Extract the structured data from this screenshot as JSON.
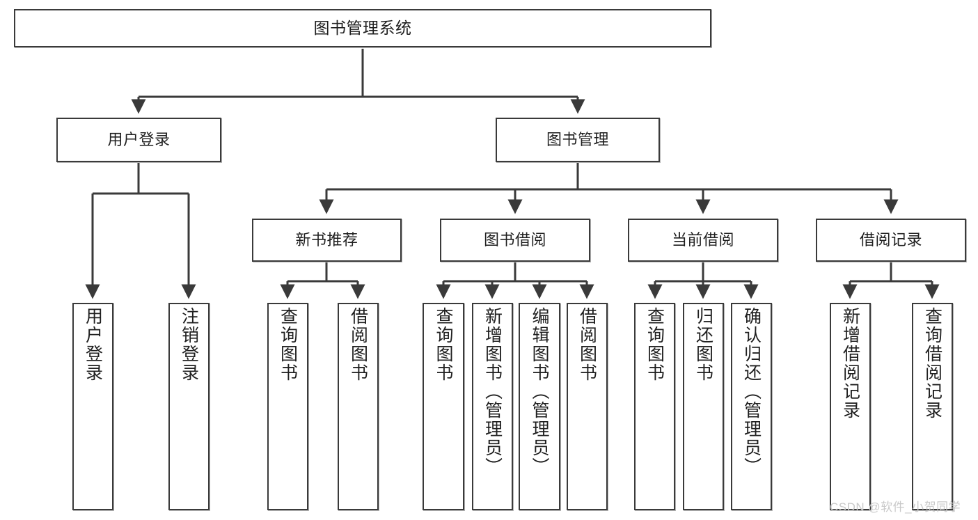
{
  "diagram": {
    "title": "图书管理系统",
    "type": "tree",
    "watermark": "CSDN @软件_小贺同学",
    "colors": {
      "box_border": "#3a3a3a",
      "box_fill": "#ffffff",
      "connector": "#3a3a3a",
      "background": "#ffffff",
      "watermark": "#c9c9c9"
    },
    "levels": {
      "root": "图书管理系统",
      "level2": [
        "用户登录",
        "图书管理"
      ],
      "level3": [
        "新书推荐",
        "图书借阅",
        "当前借阅",
        "借阅记录"
      ]
    },
    "nodes": {
      "root": {
        "label": "图书管理系统"
      },
      "user_login": {
        "label": "用户登录"
      },
      "book_manage": {
        "label": "图书管理"
      },
      "new_book_rec": {
        "label": "新书推荐"
      },
      "book_borrow": {
        "label": "图书借阅"
      },
      "current_borrow": {
        "label": "当前借阅"
      },
      "borrow_record": {
        "label": "借阅记录"
      },
      "leaf_user_login": {
        "label": "用户登录"
      },
      "leaf_user_logout": {
        "label": "注销登录"
      },
      "leaf_query_book_1": {
        "label": "查询图书"
      },
      "leaf_borrow_book_1": {
        "label": "借阅图书"
      },
      "leaf_query_book_2": {
        "label": "查询图书"
      },
      "leaf_add_book_admin": {
        "label": "新增图书（管理员）"
      },
      "leaf_edit_book_admin": {
        "label": "编辑图书（管理员）"
      },
      "leaf_borrow_book_2": {
        "label": "借阅图书"
      },
      "leaf_query_book_3": {
        "label": "查询图书"
      },
      "leaf_return_book": {
        "label": "归还图书"
      },
      "leaf_confirm_return_admin": {
        "label": "确认归还（管理员）"
      },
      "leaf_add_borrow_record": {
        "label": "新增借阅记录"
      },
      "leaf_query_borrow_record": {
        "label": "查询借阅记录"
      }
    },
    "edges": [
      {
        "from": "root",
        "to": "user_login"
      },
      {
        "from": "root",
        "to": "book_manage"
      },
      {
        "from": "user_login",
        "to": "leaf_user_login"
      },
      {
        "from": "user_login",
        "to": "leaf_user_logout"
      },
      {
        "from": "book_manage",
        "to": "new_book_rec"
      },
      {
        "from": "book_manage",
        "to": "book_borrow"
      },
      {
        "from": "book_manage",
        "to": "current_borrow"
      },
      {
        "from": "book_manage",
        "to": "borrow_record"
      },
      {
        "from": "new_book_rec",
        "to": "leaf_query_book_1"
      },
      {
        "from": "new_book_rec",
        "to": "leaf_borrow_book_1"
      },
      {
        "from": "book_borrow",
        "to": "leaf_query_book_2"
      },
      {
        "from": "book_borrow",
        "to": "leaf_add_book_admin"
      },
      {
        "from": "book_borrow",
        "to": "leaf_edit_book_admin"
      },
      {
        "from": "book_borrow",
        "to": "leaf_borrow_book_2"
      },
      {
        "from": "current_borrow",
        "to": "leaf_query_book_3"
      },
      {
        "from": "current_borrow",
        "to": "leaf_return_book"
      },
      {
        "from": "current_borrow",
        "to": "leaf_confirm_return_admin"
      },
      {
        "from": "borrow_record",
        "to": "leaf_add_borrow_record"
      },
      {
        "from": "borrow_record",
        "to": "leaf_query_borrow_record"
      }
    ]
  }
}
